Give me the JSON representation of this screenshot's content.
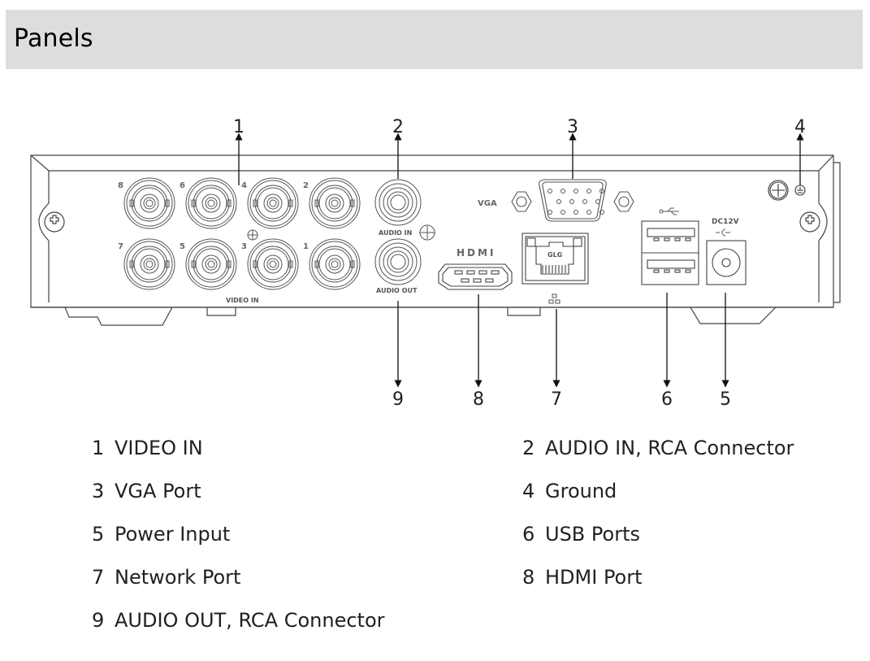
{
  "header": {
    "title": "Panels"
  },
  "diagram": {
    "panel_labels": {
      "video_in": "VIDEO IN",
      "audio_in": "AUDIO IN",
      "audio_out": "AUDIO OUT",
      "vga": "VGA",
      "hdmi": "HDMI",
      "dc": "DC12V",
      "lan_led": "GLG"
    },
    "bnc_numbers": [
      "8",
      "6",
      "4",
      "2",
      "7",
      "5",
      "3",
      "1"
    ],
    "callouts": [
      "1",
      "2",
      "3",
      "4",
      "5",
      "6",
      "7",
      "8",
      "9"
    ]
  },
  "legend": [
    {
      "num": "1",
      "label": "VIDEO IN"
    },
    {
      "num": "2",
      "label": "AUDIO IN, RCA Connector"
    },
    {
      "num": "3",
      "label": "VGA Port"
    },
    {
      "num": "4",
      "label": "Ground"
    },
    {
      "num": "5",
      "label": "Power Input"
    },
    {
      "num": "6",
      "label": "USB Ports"
    },
    {
      "num": "7",
      "label": "Network Port"
    },
    {
      "num": "8",
      "label": "HDMI Port"
    },
    {
      "num": "9",
      "label": "AUDIO OUT, RCA Connector"
    }
  ]
}
